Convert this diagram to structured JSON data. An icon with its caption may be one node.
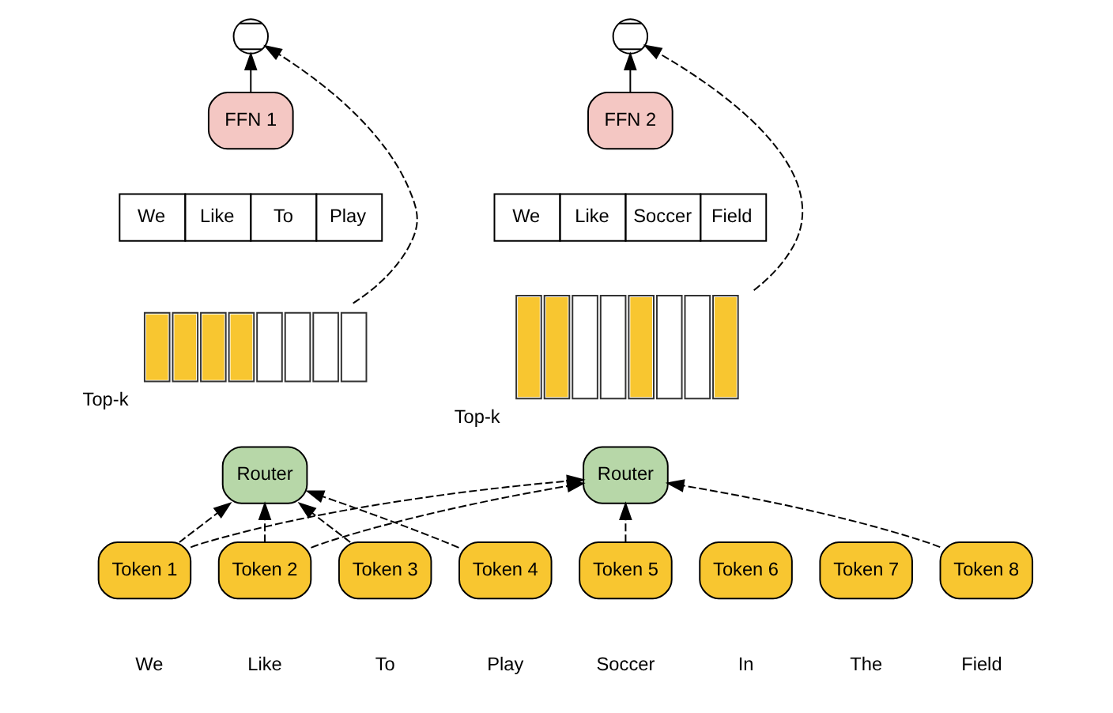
{
  "diagram": {
    "nodes": [
      {
        "text": [],
        "shape": "circle"
      },
      {
        "text": [],
        "shape": "circle"
      },
      {
        "text": [
          "FFN 1"
        ]
      },
      {
        "text": [
          "FFN 2"
        ]
      },
      {
        "text": [
          "We",
          "Like",
          "To",
          "Play"
        ]
      },
      {
        "text": [
          "We",
          "Like",
          "Soccer",
          "Field"
        ]
      },
      {
        "text": [],
        "shape": "bar",
        "beside": [
          "Top-k"
        ]
      },
      {
        "text": [],
        "shape": "bar",
        "beside": [
          "Top-k"
        ]
      },
      {
        "text": [
          "Router"
        ]
      },
      {
        "text": [
          "Router"
        ]
      },
      {
        "text": [
          "Token 1"
        ]
      },
      {
        "text": [
          "Token 2"
        ]
      },
      {
        "text": [
          "Token 3"
        ]
      },
      {
        "text": [
          "Token 4"
        ]
      },
      {
        "text": [
          "Token 5"
        ]
      },
      {
        "text": [
          "Token 6"
        ]
      },
      {
        "text": [
          "Token 7"
        ]
      },
      {
        "text": [
          "Token 8"
        ]
      }
    ],
    "edges": [
      {
        "from": 2,
        "to": 0,
        "arrow": "to"
      },
      {
        "from": 3,
        "to": 1,
        "arrow": "to"
      },
      {
        "from": 6,
        "to": 0,
        "arrow": "to",
        "style": "dashed"
      },
      {
        "from": 7,
        "to": 1,
        "arrow": "to",
        "style": "dashed"
      },
      {
        "from": 10,
        "to": 8,
        "arrow": "to",
        "style": "dashed"
      },
      {
        "from": 11,
        "to": 8,
        "arrow": "to",
        "style": "dashed"
      },
      {
        "from": 12,
        "to": 8,
        "arrow": "to",
        "style": "dashed"
      },
      {
        "from": 13,
        "to": 8,
        "arrow": "to",
        "style": "dashed"
      },
      {
        "from": 10,
        "to": 9,
        "arrow": "to",
        "style": "dashed"
      },
      {
        "from": 11,
        "to": 9,
        "arrow": "to",
        "style": "dashed"
      },
      {
        "from": 14,
        "to": 9,
        "arrow": "to",
        "style": "dashed"
      },
      {
        "from": 17,
        "to": 9,
        "arrow": "to",
        "style": "dashed"
      }
    ],
    "labels": [
      "We",
      "Like",
      "To",
      "Play",
      "Soccer",
      "In",
      "The",
      "Field"
    ]
  }
}
